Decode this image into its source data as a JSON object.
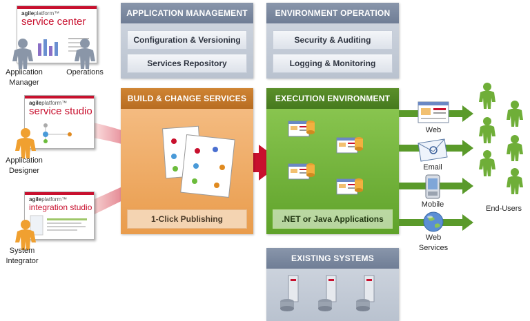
{
  "panels": {
    "app_management": {
      "title": "APPLICATION MANAGEMENT",
      "items": [
        "Configuration & Versioning",
        "Services Repository"
      ]
    },
    "env_operation": {
      "title": "ENVIRONMENT OPERATION",
      "items": [
        "Security & Auditing",
        "Logging & Monitoring"
      ]
    },
    "build_change": {
      "title": "BUILD & CHANGE SERVICES",
      "footer": "1-Click Publishing"
    },
    "execution": {
      "title": "EXECUTION ENVIRONMENT",
      "footer": ".NET or Java Applications"
    },
    "existing": {
      "title": "EXISTING SYSTEMS"
    }
  },
  "products": {
    "brand": "agile",
    "brand_suffix": "platform™",
    "service_center": "service center",
    "service_studio": "service studio",
    "integration_studio": "integration studio"
  },
  "roles": {
    "application_manager": [
      "Application",
      "Manager"
    ],
    "operations": "Operations",
    "application_designer": [
      "Application",
      "Designer"
    ],
    "system_integrator": [
      "System",
      "Integrator"
    ]
  },
  "channels": {
    "web": "Web",
    "email": "Email",
    "mobile": "Mobile",
    "web_services": [
      "Web",
      "Services"
    ]
  },
  "end_users": "End-Users",
  "colors": {
    "accent_red": "#c8102e",
    "panel_gray": "#7b889e",
    "panel_orange": "#c47a2b",
    "panel_green": "#4f8624",
    "person_orange": "#f0a030",
    "person_gray": "#8a96a8",
    "person_green": "#6fae38"
  }
}
